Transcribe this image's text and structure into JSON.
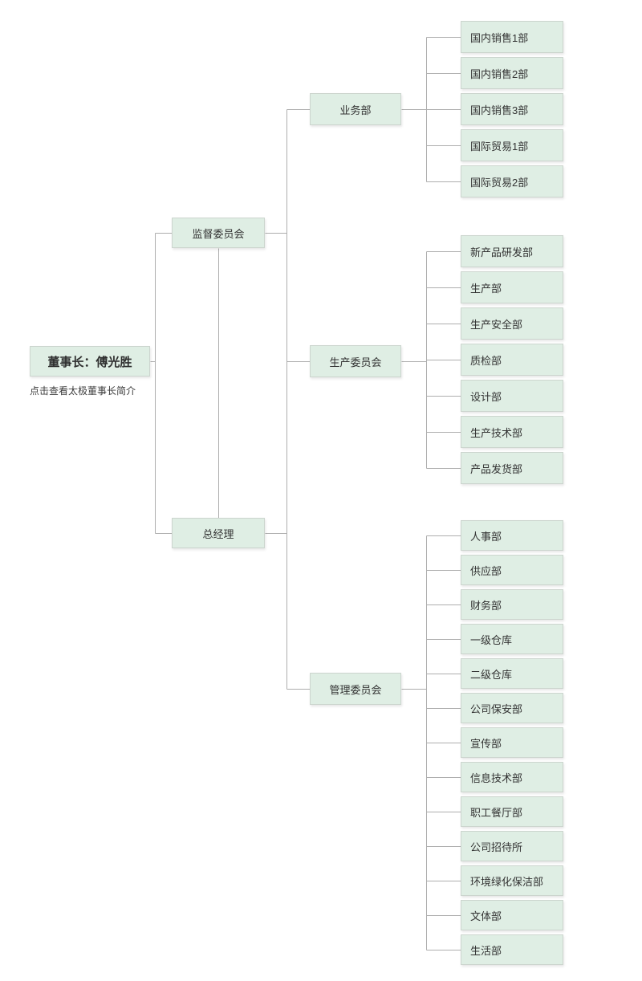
{
  "palette": {
    "node_fill": "#dfeee4",
    "node_border": "#ccd5ce",
    "line_color": "#aeaeae",
    "text_color": "#333333"
  },
  "chart": {
    "root": {
      "label": "董事长：傅光胜",
      "caption": "点击查看太极董事长简介"
    },
    "level2": [
      {
        "label": "监督委员会"
      },
      {
        "label": "总经理"
      }
    ],
    "committees": [
      {
        "label": "业务部",
        "children": [
          "国内销售1部",
          "国内销售2部",
          "国内销售3部",
          "国际贸易1部",
          "国际贸易2部"
        ]
      },
      {
        "label": "生产委员会",
        "children": [
          "新产品研发部",
          "生产部",
          "生产安全部",
          "质检部",
          "设计部",
          "生产技术部",
          "产品发货部"
        ]
      },
      {
        "label": "管理委员会",
        "children": [
          "人事部",
          "供应部",
          "财务部",
          "一级仓库",
          "二级仓库",
          "公司保安部",
          "宣传部",
          "信息技术部",
          "职工餐厅部",
          "公司招待所",
          "环境绿化保洁部",
          "文体部",
          "生活部"
        ]
      }
    ]
  }
}
